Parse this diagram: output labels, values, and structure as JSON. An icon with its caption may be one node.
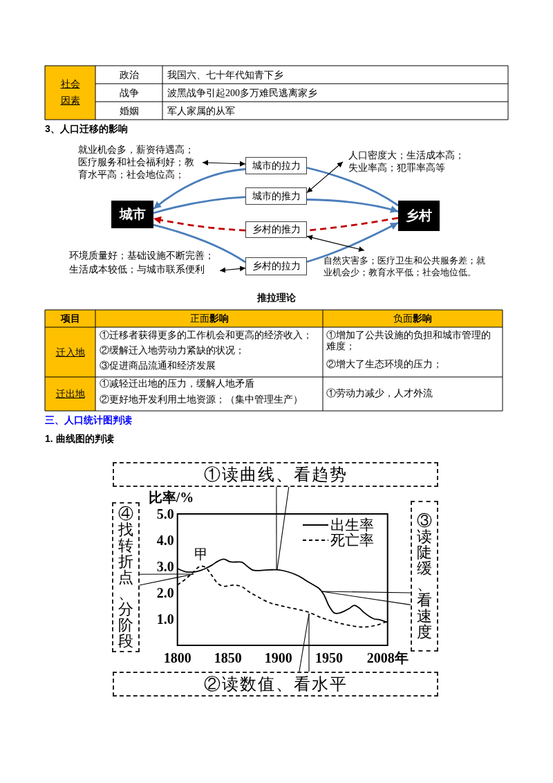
{
  "diagram": {
    "caption": "推拉理论",
    "nodes": [
      {
        "text": [
          "就业机会多，薪资待遇高；医疗服务和社会福利好；教育水平高；社会地位高；"
        ]
      },
      {
        "text": [
          "城市的拉力"
        ]
      },
      {
        "text": [
          "人口密度大；生活成本高；失业率高；犯罪率高等"
        ]
      },
      {
        "text": [
          "城市的推力"
        ]
      },
      {
        "text": [
          "城市"
        ]
      },
      {
        "text": [
          "乡村"
        ]
      },
      {
        "text": [
          "乡村的推力"
        ]
      },
      {
        "text": [
          "环境质量好；基础设施不断完善；生活成本较低；与城市联系便利"
        ]
      },
      {
        "text": [
          "乡村的拉力"
        ]
      },
      {
        "text": [
          "自然灾害多；医疗卫生和公共服务差；就业机会少；教育水平低；社会地位低。"
        ]
      },
      {
        "text": [
          "①读曲线、看趋势"
        ]
      },
      {
        "text": [
          "④找转折点、分阶段"
        ]
      },
      {
        "text": [
          "③读陡缓、看速度"
        ]
      },
      {
        "text": [
          "②读数值、看水平"
        ]
      }
    ],
    "edges": [
      {
        "from": 5,
        "to": 1,
        "arrow": "none",
        "style": "thick",
        "color": "#4a7ebb"
      },
      {
        "from": 1,
        "to": 4,
        "arrow": "to",
        "style": "thick",
        "color": "#4a7ebb"
      },
      {
        "from": 4,
        "to": 3,
        "arrow": "none",
        "style": "thick",
        "color": "#4a7ebb"
      },
      {
        "from": 3,
        "to": 5,
        "arrow": "to",
        "style": "thick",
        "color": "#4a7ebb"
      },
      {
        "from": 5,
        "to": 6,
        "arrow": "none",
        "style": "dashed",
        "color": "#c00000"
      },
      {
        "from": 6,
        "to": 4,
        "arrow": "to",
        "style": "dashed",
        "color": "#c00000"
      },
      {
        "from": 4,
        "to": 8,
        "arrow": "none",
        "style": "thick",
        "color": "#4a7ebb"
      },
      {
        "from": 8,
        "to": 5,
        "arrow": "to",
        "style": "thick",
        "color": "#4a7ebb"
      },
      {
        "from": 0,
        "to": 1,
        "arrow": "both"
      },
      {
        "from": 2,
        "to": 3,
        "arrow": "both"
      },
      {
        "from": 9,
        "to": 6,
        "arrow": "both"
      },
      {
        "from": 7,
        "to": 8,
        "arrow": "both"
      },
      {
        "from": 10,
        "to": null,
        "arrow": "none"
      },
      {
        "from": 10,
        "to": null,
        "arrow": "none"
      },
      {
        "from": 11,
        "to": null,
        "arrow": "none"
      },
      {
        "from": 11,
        "to": null,
        "arrow": "none"
      },
      {
        "from": 12,
        "to": null,
        "arrow": "none"
      },
      {
        "from": 12,
        "to": null,
        "arrow": "none"
      },
      {
        "from": 13,
        "to": null,
        "arrow": "none"
      },
      {
        "from": 13,
        "to": null,
        "arrow": "none"
      }
    ],
    "labels": [
      "社会因素",
      "政治",
      "我国六、七十年代知青下乡",
      "战争",
      "波黑战争引起200多万难民逃离家乡",
      "婚姻",
      "军人家属的从军",
      "3、人口迁移的影响",
      "项目",
      "正面**影响**",
      "负面**影响**",
      "迁入地",
      "①迁移者获得更多的工作机会和更高的经济收入；",
      "②缓解迁入地劳动力紧缺的状况；",
      "③促进商品流通和经济发展",
      "①增加了公共设施的负担和城市管理的难度；",
      "②增大了生态环境的压力；",
      "迁出地",
      "①减轻迁出地的压力，缓解人地矛盾",
      "②更好地开发利用土地资源；（集中管理生产）",
      "①劳动力减少，人才外流",
      "三、人口统计图判读",
      "1. 曲线图的判读",
      "甲"
    ],
    "chart_data": {
      "type": "line",
      "ylabel": "比率/%",
      "legend": "upper right",
      "x": [
        1800,
        1808,
        1816,
        1822,
        1828,
        1834,
        1840,
        1846,
        1852,
        1858,
        1864,
        1870,
        1876,
        1890,
        1900,
        1910,
        1920,
        1930,
        1940,
        1945,
        1950,
        1955,
        1960,
        1965,
        1970,
        1975,
        1980,
        1985,
        1990,
        1995,
        2000,
        2008
      ],
      "series": [
        {
          "name": "出生率",
          "color": "#000000",
          "line_style": "solid",
          "values": [
            2.92,
            2.8,
            2.79,
            2.84,
            2.93,
            3.05,
            3.2,
            3.28,
            3.18,
            3.17,
            3.16,
            2.98,
            2.85,
            2.87,
            2.87,
            2.79,
            2.64,
            2.4,
            2.17,
            1.92,
            1.5,
            1.24,
            1.23,
            1.3,
            1.4,
            1.52,
            1.42,
            1.24,
            1.1,
            1.0,
            0.98,
            0.87
          ]
        },
        {
          "name": "死亡率",
          "color": "#000000",
          "line_style": "dashed",
          "values": [
            2.3,
            2.52,
            2.8,
            3.0,
            2.96,
            2.66,
            2.35,
            2.25,
            2.28,
            2.29,
            2.23,
            2.06,
            1.92,
            1.64,
            1.53,
            1.44,
            1.36,
            1.26,
            1.09,
            1.02,
            0.96,
            0.9,
            0.85,
            0.8,
            0.76,
            0.73,
            0.7,
            0.7,
            0.71,
            0.75,
            0.8,
            0.92
          ]
        }
      ],
      "xlim": [
        1800,
        2008
      ],
      "ylim": [
        0,
        5
      ],
      "xticks": [
        1800,
        1850,
        1900,
        1950,
        {
          "value": 2008,
          "label": "2008年"
        }
      ],
      "yticks": [
        {
          "value": 1,
          "label": "1.0"
        },
        {
          "value": 2,
          "label": "2.0"
        },
        {
          "value": 3,
          "label": "3.0"
        },
        {
          "value": 4,
          "label": "4.0"
        },
        {
          "value": 5,
          "label": "5.0"
        }
      ]
    }
  }
}
